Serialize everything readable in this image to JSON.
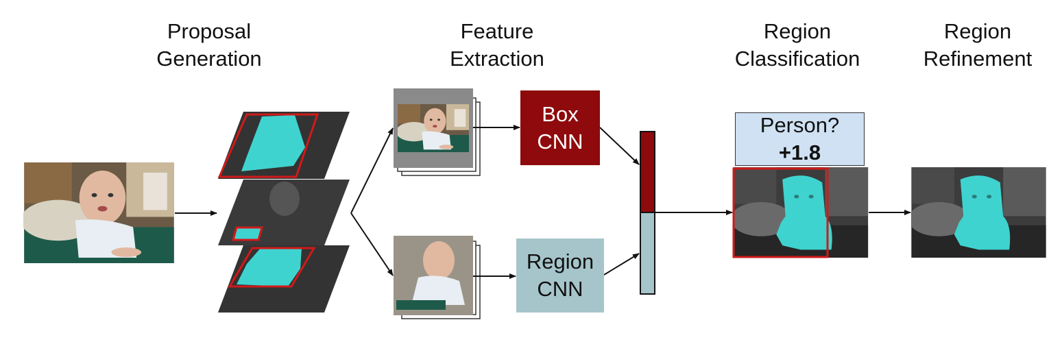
{
  "stages": [
    {
      "line1": "Proposal",
      "line2": "Generation"
    },
    {
      "line1": "Feature",
      "line2": "Extraction"
    },
    {
      "line1": "Region",
      "line2": "Classification"
    },
    {
      "line1": "Region",
      "line2": "Refinement"
    }
  ],
  "box_cnn": {
    "line1": "Box",
    "line2": "CNN"
  },
  "region_cnn": {
    "line1": "Region",
    "line2": "CNN"
  },
  "classification": {
    "question": "Person?",
    "score": "+1.8"
  },
  "colors": {
    "box_cnn": "#8e0a0c",
    "region_cnn": "#a6c5cb",
    "label_bg": "#cfe1f3",
    "mask": "#3fd3d0",
    "proposal_box": "#d11a1a"
  }
}
